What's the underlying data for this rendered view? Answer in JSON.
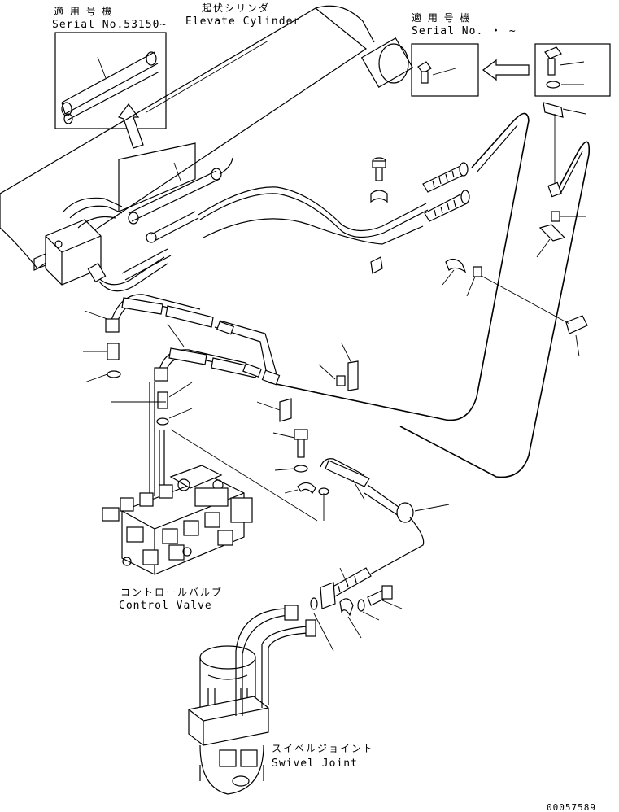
{
  "labels": {
    "serial_top_left_jp": "適 用 号 機",
    "serial_top_left": "Serial No.53150~",
    "cylinder_jp": "起伏シリンダ",
    "cylinder_en": "Elevate Cylinder",
    "serial_top_right_jp": "適 用 号 機",
    "serial_top_right": "Serial No.  ・  ~",
    "control_valve_jp": "コントロールバルブ",
    "control_valve_en": "Control Valve",
    "swivel_joint_jp": "スイベルジョイント",
    "swivel_joint_en": "Swivel Joint",
    "drawing_code": "00057589"
  }
}
